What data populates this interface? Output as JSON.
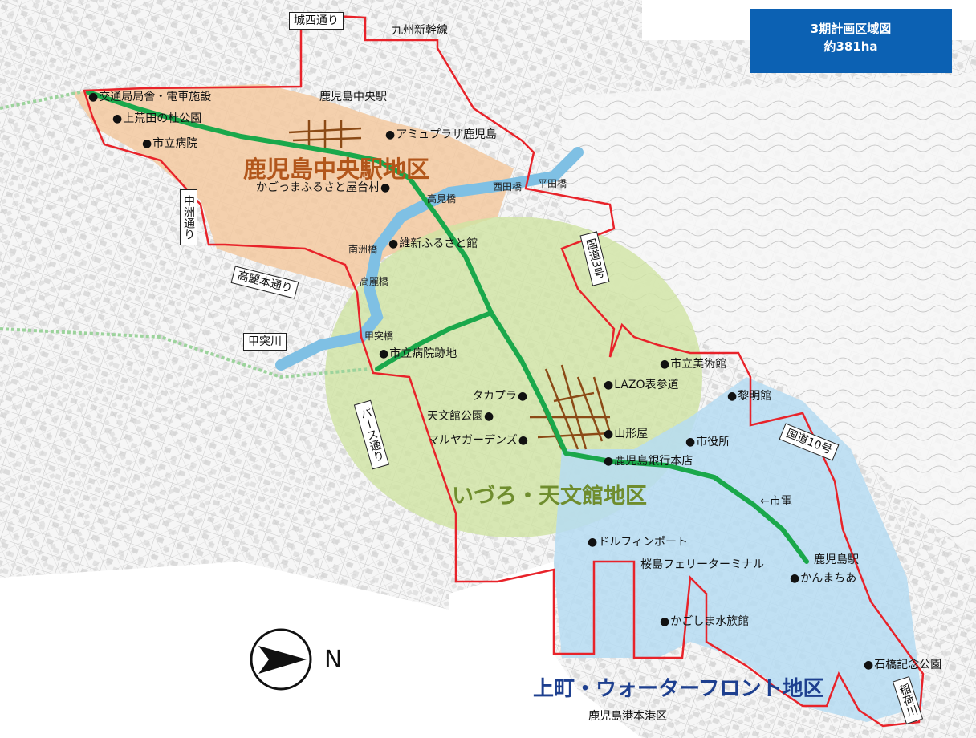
{
  "legend": {
    "title": "3期計画区域図",
    "area": "約381ha"
  },
  "districts": {
    "central": "鹿児島中央駅地区",
    "tenmonkan": "いづろ・天文館地区",
    "waterfront": "上町・ウォーターフロント地区"
  },
  "roads": {
    "josei": "城西通り",
    "nakasu": "中洲通り",
    "korai": "高麗本通り",
    "kototsu": "甲突川",
    "pasu": "パース通り",
    "kokudo3": "国道3号",
    "kokudo10": "国道10号",
    "inari": "稲荷川"
  },
  "places": {
    "shinkansen": "九州新幹線",
    "chuo_station": "鹿児島中央駅",
    "kotsukyoku": "交通局局舎・電車施設",
    "kamiarata": "上荒田の杜公園",
    "shiritsu_byoin": "市立病院",
    "amu_plaza": "アミュプラザ鹿児島",
    "yataimura": "かごっまふるさと屋台村",
    "ishin": "維新ふるさと館",
    "byoin_ato": "市立病院跡地",
    "takapura": "タカプラ",
    "tenmonkan_koen": "天文館公園",
    "maruya": "マルヤガーデンズ",
    "lazo": "LAZO表参道",
    "yamakataya": "山形屋",
    "kagin": "鹿児島銀行本店",
    "bijutsukan": "市立美術館",
    "reimeikan": "黎明館",
    "shiyakusho": "市役所",
    "shiden": "←市電",
    "dolphin": "ドルフィンポート",
    "ferry": "桜島フェリーターミナル",
    "kagoshima_station": "鹿児島駅",
    "kanmachia": "かんまちあ",
    "suizokukan": "かごしま水族館",
    "ishibashi": "石橋記念公園",
    "port": "鹿児島港本港区"
  },
  "bridges": {
    "takami": "高見橋",
    "nishida": "西田橋",
    "hirata": "平田橋",
    "nanshu": "南洲橋",
    "korai": "高麗橋",
    "kototsu": "甲突橋"
  },
  "compass": {
    "label": "N"
  },
  "colors": {
    "boundary": "#e8232a",
    "tram": "#1aa84b",
    "central_zone": "#f3c9a0",
    "tenmonkan_zone": "#cfe3a3",
    "waterfront_zone": "#b6dcf2",
    "river": "#7fc0e4",
    "legend_bg": "#0c61b3",
    "central_text": "#b2561b",
    "tenmonkan_text": "#6f8d2e",
    "waterfront_text": "#1d3f8f"
  }
}
